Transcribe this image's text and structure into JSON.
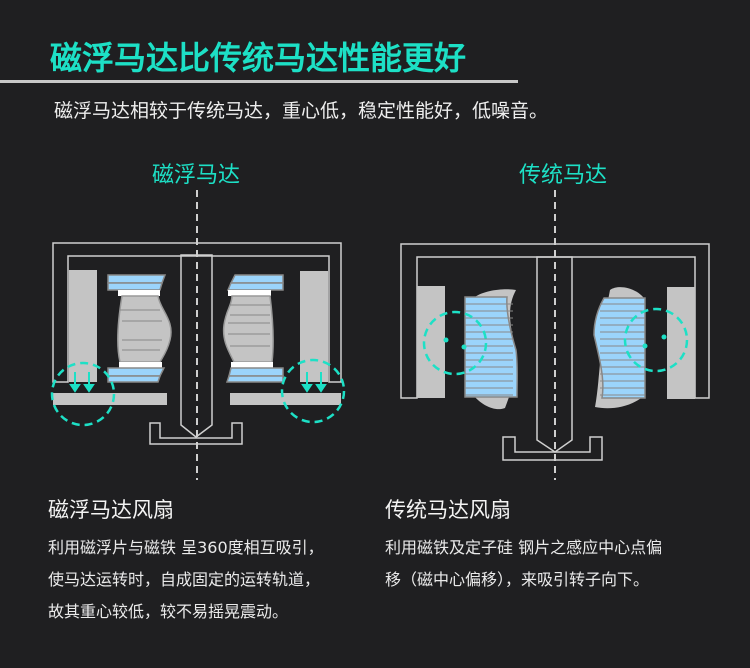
{
  "header": {
    "title": "磁浮马达比传统马达性能更好",
    "subtitle": "磁浮马达相较于传统马达，重心低，稳定性能好，低噪音。"
  },
  "diagrams": {
    "left_label": "磁浮马达",
    "right_label": "传统马达"
  },
  "sections": [
    {
      "heading": "磁浮马达风扇",
      "lines": [
        "利用磁浮片与磁铁 呈360度相互吸引，",
        "使马达运转时，自成固定的运转轨道，",
        "故其重心较低，较不易摇晃震动。"
      ]
    },
    {
      "heading": "传统马达风扇",
      "lines": [
        "利用磁铁及定子硅 钢片之感应中心点偏",
        "移（磁中心偏移），来吸引转子向下。"
      ]
    }
  ],
  "colors": {
    "accent": "#1de0c6",
    "background": "#1f1f21",
    "magnet_blue": "#9bd4fb",
    "part_gray": "#c4c4c4"
  }
}
